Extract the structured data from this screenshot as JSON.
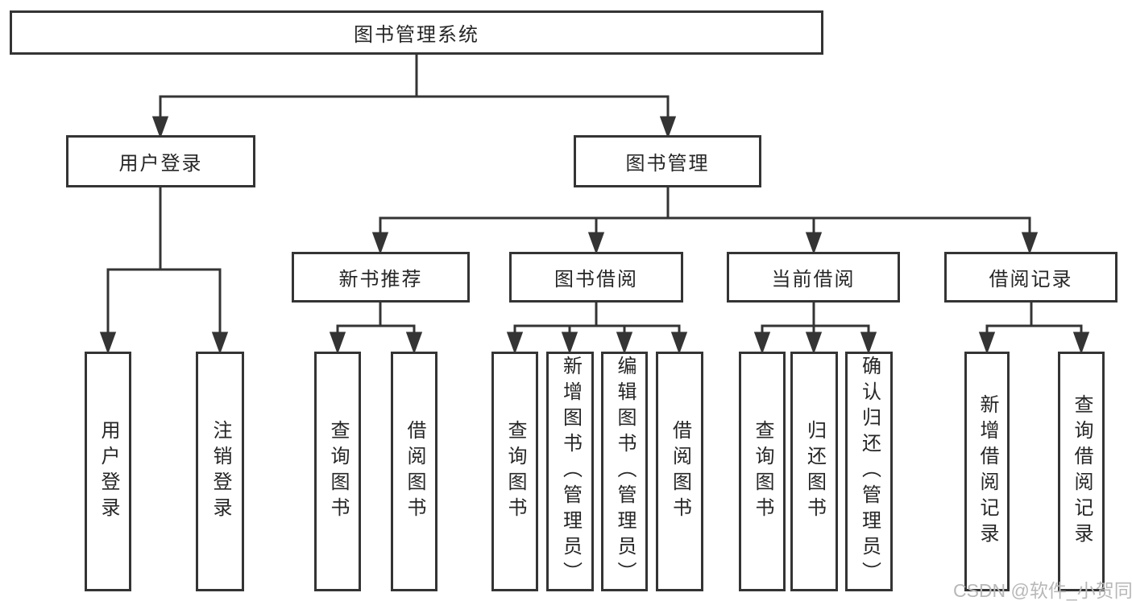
{
  "root": {
    "label": "图书管理系统"
  },
  "branches": [
    {
      "label": "用户登录",
      "children": [
        "用户登录",
        "注销登录"
      ]
    },
    {
      "label": "图书管理",
      "sections": [
        {
          "label": "新书推荐",
          "children": [
            "查询图书",
            "借阅图书"
          ]
        },
        {
          "label": "图书借阅",
          "children": [
            "查询图书",
            "新增图书（管理员）",
            "编辑图书（管理员）",
            "借阅图书"
          ]
        },
        {
          "label": "当前借阅",
          "children": [
            "查询图书",
            "归还图书",
            "确认归还（管理员）"
          ]
        },
        {
          "label": "借阅记录",
          "children": [
            "新增借阅记录",
            "查询借阅记录"
          ]
        }
      ]
    }
  ],
  "watermark": "CSDN @软件_小贺同学",
  "colors": {
    "line": "#343434",
    "text": "#262626",
    "watermark": "#b8b8b8",
    "background": "#ffffff"
  }
}
